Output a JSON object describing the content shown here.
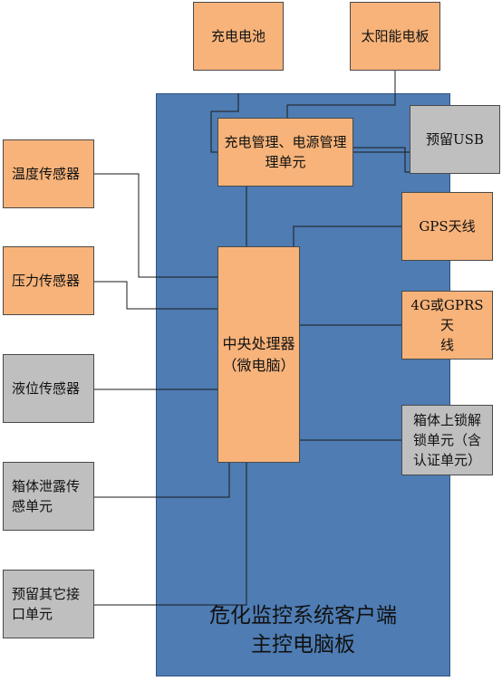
{
  "diagram": {
    "board_title": "危化监控系统客户端\n主控电脑板",
    "cpu": "中央处理器\n（微电脑）",
    "power_mgmt": "充电管理、电源管理\n理单元",
    "battery": "充电电池",
    "solar": "太阳能电板",
    "temp_sensor": "温度传感器",
    "pressure_sensor": "压力传感器",
    "level_sensor": "液位传感器",
    "leak_sensor": "箱体泄露传\n感单元",
    "reserved_if": "预留其它接\n口单元",
    "usb": "预留USB",
    "gps": "GPS天线",
    "cellular": "4G或GPRS天\n线",
    "lock": "箱体上锁解\n锁单元（含\n认证单元）"
  },
  "colors": {
    "board": "#4e7cb3",
    "module_orange": "#f7b37a",
    "module_gray": "#bfbfbf"
  }
}
